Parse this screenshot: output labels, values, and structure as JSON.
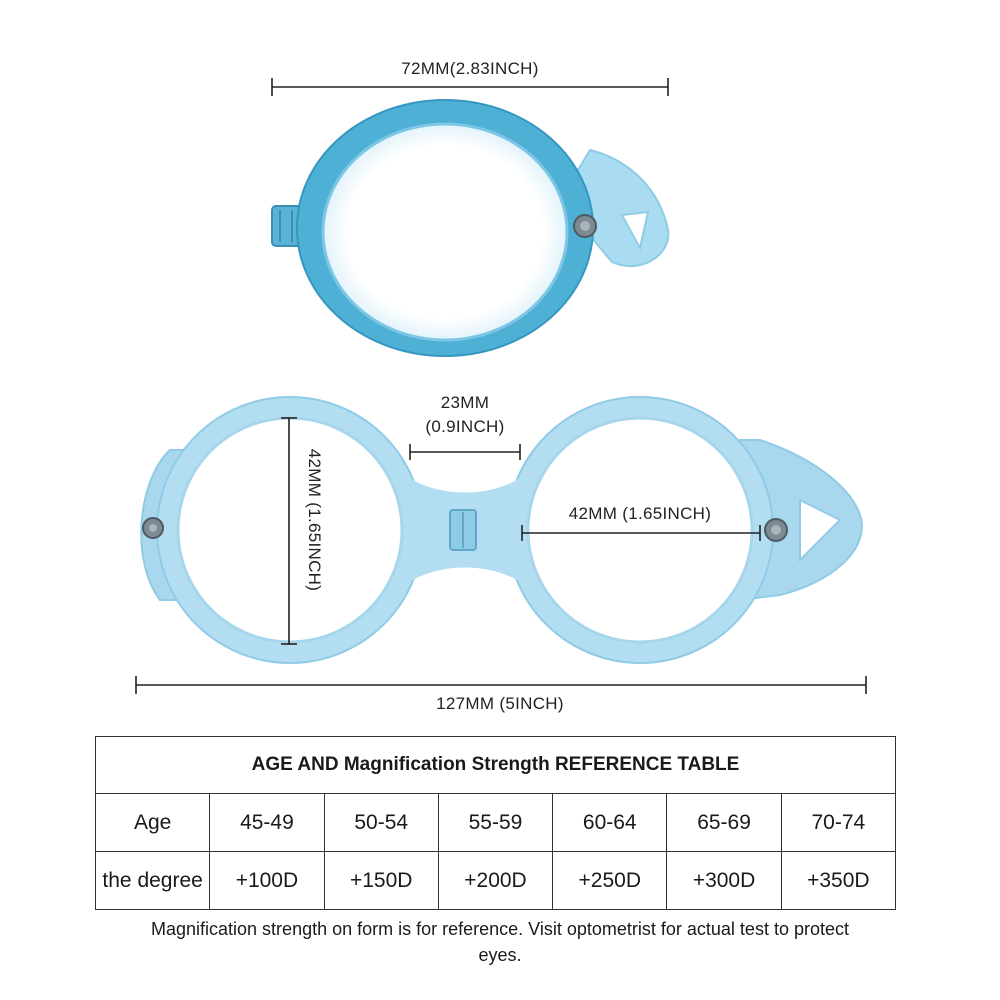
{
  "dimensions": {
    "top_frame_width": "72MM(2.83INCH)",
    "bridge_width": "23MM",
    "bridge_width_inch": "(0.9INCH)",
    "lens_height": "42MM (1.65INCH)",
    "lens_width": "42MM (1.65INCH)",
    "total_width": "127MM (5INCH)"
  },
  "colors": {
    "frame_dark": "#4fb0d6",
    "frame_light": "#a9d8ee",
    "frame_rim": "#5fc0e6",
    "text": "#1a1a1a"
  },
  "table": {
    "title": "AGE AND Magnification Strength REFERENCE TABLE",
    "age_label": "Age",
    "degree_label": "the degree",
    "ages": [
      "45-49",
      "50-54",
      "55-59",
      "60-64",
      "65-69",
      "70-74"
    ],
    "degrees": [
      "+100D",
      "+150D",
      "+200D",
      "+250D",
      "+300D",
      "+350D"
    ]
  },
  "note": "Magnification strength on form is for reference. Visit optometrist for actual test to protect eyes."
}
